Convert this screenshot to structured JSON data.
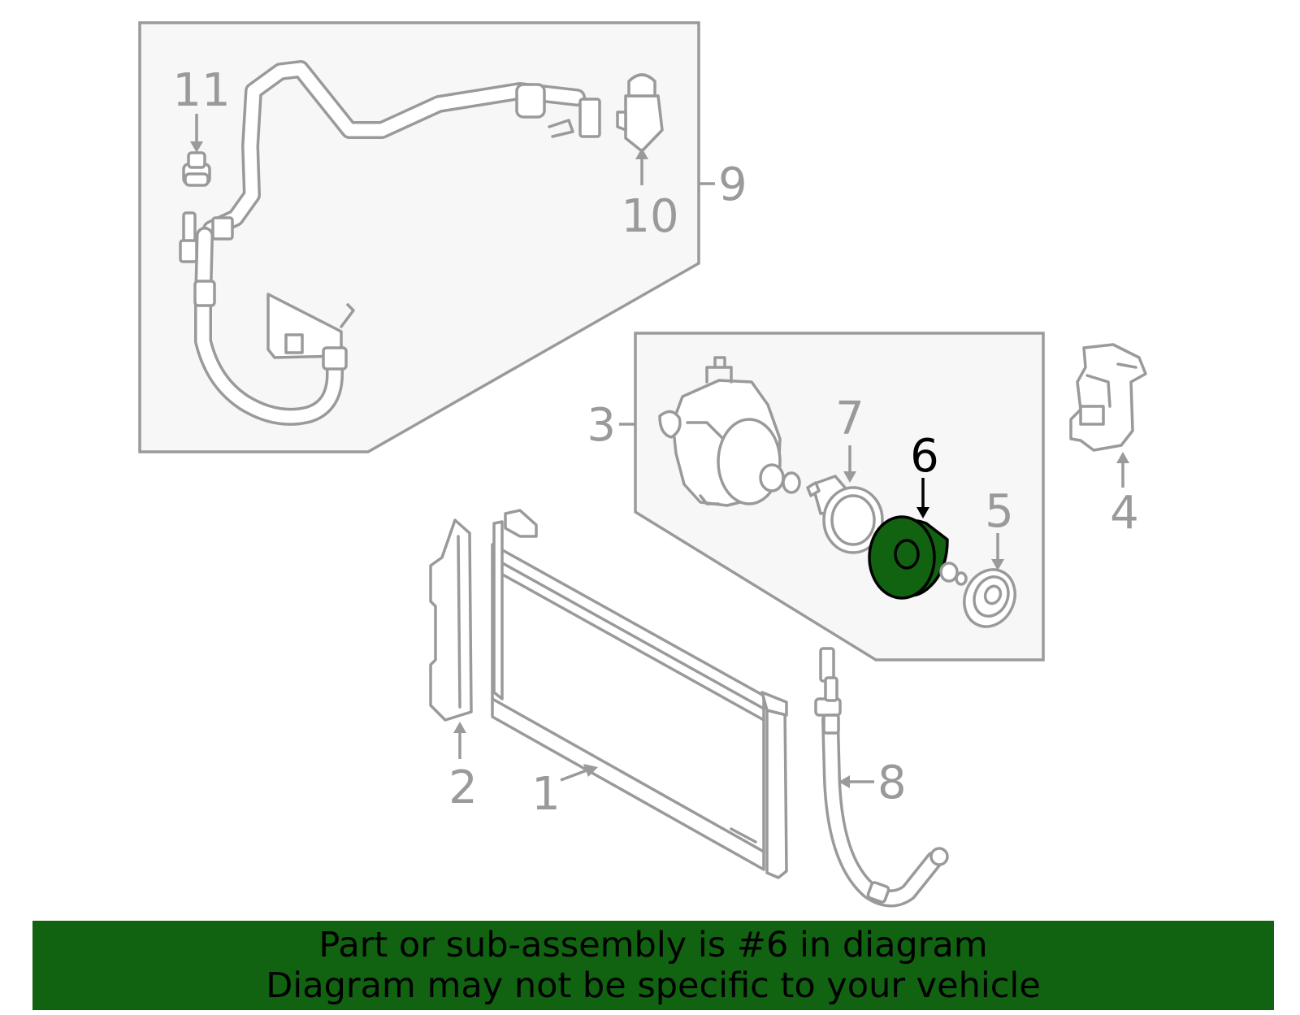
{
  "diagram": {
    "highlight_color": "#116211",
    "label_color": "#9a9a9a",
    "highlighted_part": "6",
    "callouts": [
      "1",
      "2",
      "3",
      "4",
      "5",
      "6",
      "7",
      "8",
      "9",
      "10",
      "11"
    ]
  },
  "banner": {
    "line1": "Part or sub-assembly is #6 in diagram",
    "line2": "Diagram may not be specific to your vehicle"
  }
}
